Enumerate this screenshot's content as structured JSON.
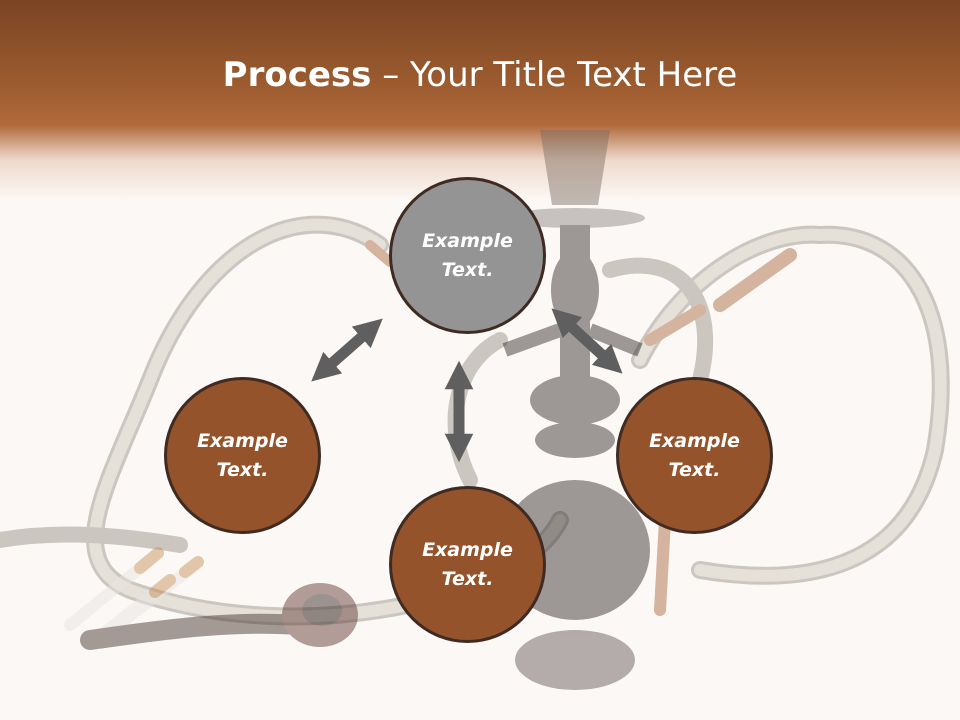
{
  "title": {
    "bold": "Process",
    "separator": " – ",
    "rest": "Your Title Text Here"
  },
  "nodes": [
    {
      "line1": "Example",
      "line2": "Text."
    },
    {
      "line1": "Example",
      "line2": "Text."
    },
    {
      "line1": "Example",
      "line2": "Text."
    },
    {
      "line1": "Example",
      "line2": "Text."
    }
  ],
  "colors": {
    "header": "#9a5a2e",
    "node_brown": "#94532a",
    "node_gray": "#949494",
    "arrow": "#5f5f5f",
    "node_border": "#3f2b22"
  }
}
